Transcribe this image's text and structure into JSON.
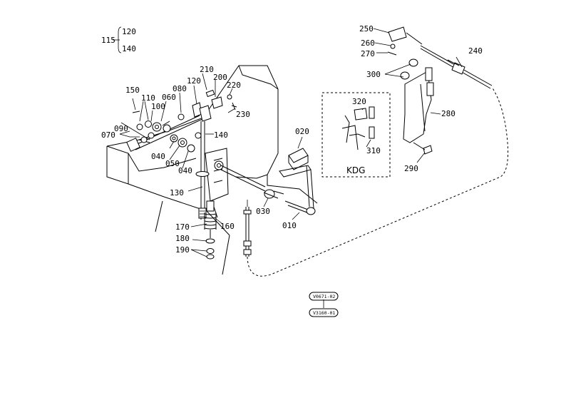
{
  "diagram": {
    "labels": {
      "p115": "115",
      "p120a": "120",
      "p140a": "140",
      "p150": "150",
      "p110": "110",
      "p100": "100",
      "p060": "060",
      "p080": "080",
      "p120b": "120",
      "p210": "210",
      "p200": "200",
      "p220": "220",
      "p230": "230",
      "p140b": "140",
      "p090": "090",
      "p070": "070",
      "p040a": "040",
      "p050": "050",
      "p040b": "040",
      "p130": "130",
      "p170": "170",
      "p160": "160",
      "p180": "180",
      "p190": "190",
      "p020": "020",
      "p030": "030",
      "p010": "010",
      "p250": "250",
      "p260": "260",
      "p270": "270",
      "p300": "300",
      "p240": "240",
      "p280": "280",
      "p290": "290",
      "p320": "320",
      "p310": "310",
      "kdg": "KDG"
    },
    "refs": {
      "top": "V0671-02",
      "bottom": "V3160-01"
    }
  }
}
